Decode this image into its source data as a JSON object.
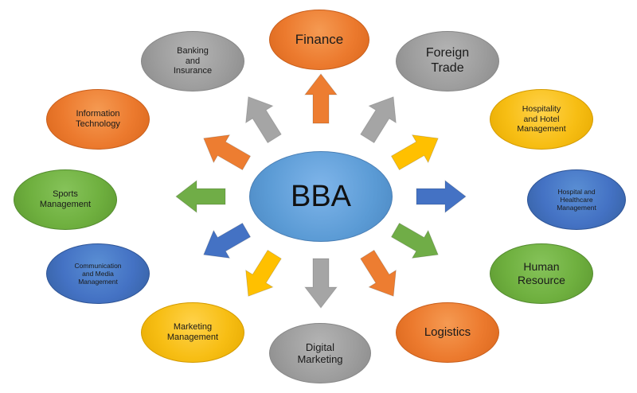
{
  "center": {
    "label": "BBA",
    "color": "#5b9bd5"
  },
  "specializations": [
    {
      "label": "Finance",
      "color": "orange"
    },
    {
      "label": "Foreign\nTrade",
      "color": "gray"
    },
    {
      "label": "Hospitality\nand Hotel\nManagement",
      "color": "yellow"
    },
    {
      "label": "Hospital and\nHealthcare\nManagement",
      "color": "blue"
    },
    {
      "label": "Human\nResource",
      "color": "green"
    },
    {
      "label": "Logistics",
      "color": "orange"
    },
    {
      "label": "Digital\nMarketing",
      "color": "gray"
    },
    {
      "label": "Marketing\nManagement",
      "color": "yellow"
    },
    {
      "label": "Communication\nand Media\nManagement",
      "color": "blue"
    },
    {
      "label": "Sports\nManagement",
      "color": "green"
    },
    {
      "label": "Information\nTechnology",
      "color": "orange"
    },
    {
      "label": "Banking\nand\nInsurance",
      "color": "gray"
    }
  ],
  "arrow_colors": {
    "orange": "#ed7d31",
    "gray": "#a5a5a5",
    "yellow": "#ffc000",
    "blue": "#4472c4",
    "green": "#70ad47"
  }
}
